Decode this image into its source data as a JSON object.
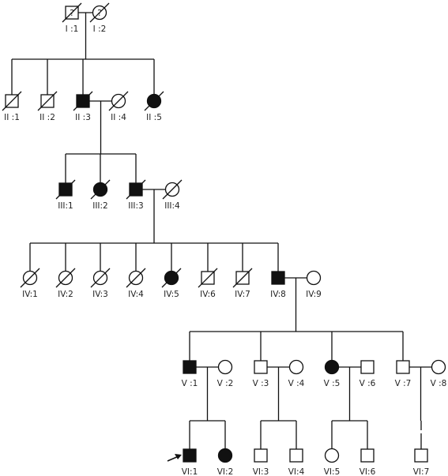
{
  "colors": {
    "line": "#111111",
    "affected": "#111111",
    "unaffected": "#ffffff"
  },
  "individuals": [
    {
      "id": "I-1",
      "label": "I :1",
      "sex": "male",
      "affected": false,
      "deceased": true,
      "unknown_mark": "?"
    },
    {
      "id": "I-2",
      "label": "I :2",
      "sex": "female",
      "affected": false,
      "deceased": true,
      "unknown_mark": "?"
    },
    {
      "id": "II-1",
      "label": "II :1",
      "sex": "male",
      "affected": false,
      "deceased": true
    },
    {
      "id": "II-2",
      "label": "II :2",
      "sex": "male",
      "affected": false,
      "deceased": true
    },
    {
      "id": "II-3",
      "label": "II :3",
      "sex": "male",
      "affected": true,
      "deceased": true
    },
    {
      "id": "II-4",
      "label": "II :4",
      "sex": "female",
      "affected": false,
      "deceased": true
    },
    {
      "id": "II-5",
      "label": "II :5",
      "sex": "female",
      "affected": true,
      "deceased": true
    },
    {
      "id": "III-1",
      "label": "III:1",
      "sex": "male",
      "affected": true,
      "deceased": true
    },
    {
      "id": "III-2",
      "label": "III:2",
      "sex": "female",
      "affected": true,
      "deceased": true
    },
    {
      "id": "III-3",
      "label": "III:3",
      "sex": "male",
      "affected": true,
      "deceased": true
    },
    {
      "id": "III-4",
      "label": "III:4",
      "sex": "female",
      "affected": false,
      "deceased": true
    },
    {
      "id": "IV-1",
      "label": "IV:1",
      "sex": "female",
      "affected": false,
      "deceased": true
    },
    {
      "id": "IV-2",
      "label": "IV:2",
      "sex": "female",
      "affected": false,
      "deceased": true
    },
    {
      "id": "IV-3",
      "label": "IV:3",
      "sex": "female",
      "affected": false,
      "deceased": true
    },
    {
      "id": "IV-4",
      "label": "IV:4",
      "sex": "female",
      "affected": false,
      "deceased": true
    },
    {
      "id": "IV-5",
      "label": "IV:5",
      "sex": "female",
      "affected": true,
      "deceased": true
    },
    {
      "id": "IV-6",
      "label": "IV:6",
      "sex": "male",
      "affected": false,
      "deceased": true
    },
    {
      "id": "IV-7",
      "label": "IV:7",
      "sex": "male",
      "affected": false,
      "deceased": true
    },
    {
      "id": "IV-8",
      "label": "IV:8",
      "sex": "male",
      "affected": true,
      "deceased": false
    },
    {
      "id": "IV-9",
      "label": "IV:9",
      "sex": "female",
      "affected": false,
      "deceased": false
    },
    {
      "id": "V-1",
      "label": "V :1",
      "sex": "male",
      "affected": true,
      "deceased": false
    },
    {
      "id": "V-2",
      "label": "V :2",
      "sex": "female",
      "affected": false,
      "deceased": false
    },
    {
      "id": "V-3",
      "label": "V :3",
      "sex": "male",
      "affected": false,
      "deceased": false
    },
    {
      "id": "V-4",
      "label": "V :4",
      "sex": "female",
      "affected": false,
      "deceased": false
    },
    {
      "id": "V-5",
      "label": "V :5",
      "sex": "female",
      "affected": true,
      "deceased": false
    },
    {
      "id": "V-6",
      "label": "V :6",
      "sex": "male",
      "affected": false,
      "deceased": false
    },
    {
      "id": "V-7",
      "label": "V :7",
      "sex": "male",
      "affected": false,
      "deceased": false
    },
    {
      "id": "V-8",
      "label": "V :8",
      "sex": "female",
      "affected": false,
      "deceased": false
    },
    {
      "id": "VI-1",
      "label": "VI:1",
      "sex": "male",
      "affected": true,
      "deceased": false,
      "proband": true
    },
    {
      "id": "VI-2",
      "label": "VI:2",
      "sex": "female",
      "affected": true,
      "deceased": false
    },
    {
      "id": "VI-3",
      "label": "VI:3",
      "sex": "male",
      "affected": false,
      "deceased": false
    },
    {
      "id": "VI-4",
      "label": "VI:4",
      "sex": "male",
      "affected": false,
      "deceased": false
    },
    {
      "id": "VI-5",
      "label": "VI:5",
      "sex": "female",
      "affected": false,
      "deceased": false
    },
    {
      "id": "VI-6",
      "label": "VI:6",
      "sex": "male",
      "affected": false,
      "deceased": false
    },
    {
      "id": "VI-7",
      "label": "VI:7",
      "sex": "male",
      "affected": false,
      "deceased": false
    }
  ],
  "families": [
    {
      "parents": [
        "I-1",
        "I-2"
      ],
      "children": [
        "II-1",
        "II-2",
        "II-3",
        "II-5"
      ]
    },
    {
      "parents": [
        "II-3",
        "II-4"
      ],
      "children": [
        "III-1",
        "III-2",
        "III-3"
      ]
    },
    {
      "parents": [
        "III-3",
        "III-4"
      ],
      "children": [
        "IV-1",
        "IV-2",
        "IV-3",
        "IV-4",
        "IV-5",
        "IV-6",
        "IV-7",
        "IV-8"
      ]
    },
    {
      "parents": [
        "IV-8",
        "IV-9"
      ],
      "children": [
        "V-1",
        "V-3",
        "V-5",
        "V-7"
      ]
    },
    {
      "parents": [
        "V-1",
        "V-2"
      ],
      "children": [
        "VI-1",
        "VI-2"
      ]
    },
    {
      "parents": [
        "V-3",
        "V-4"
      ],
      "children": [
        "VI-3",
        "VI-4"
      ]
    },
    {
      "parents": [
        "V-5",
        "V-6"
      ],
      "children": [
        "VI-5",
        "VI-6"
      ]
    },
    {
      "parents": [
        "V-7",
        "V-8"
      ],
      "children": [
        "VI-7"
      ]
    }
  ]
}
